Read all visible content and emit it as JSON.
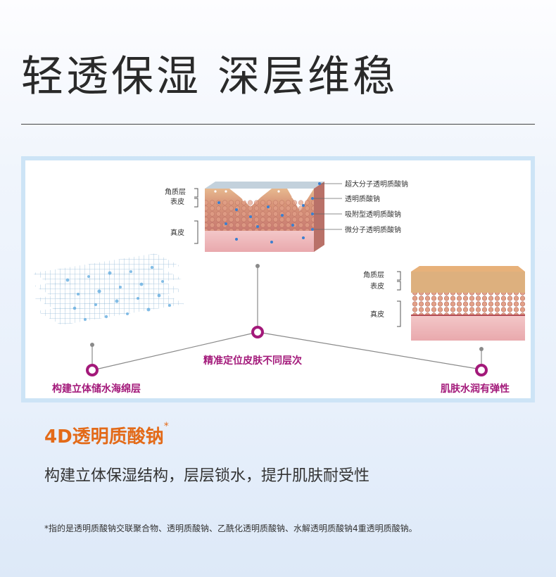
{
  "headline": "轻透保湿  深层维稳",
  "diagram": {
    "top_skin_left_labels": [
      "角质层",
      "表皮",
      "真皮"
    ],
    "top_skin_right_labels": [
      "超大分子透明质酸钠",
      "透明质酸钠",
      "吸附型透明质酸钠",
      "微分子透明质酸钠"
    ],
    "right_skin_labels": [
      "角质层",
      "表皮",
      "真皮"
    ],
    "center_label": "精准定位皮肤不同层次",
    "left_label": "构建立体储水海绵层",
    "right_label": "肌肤水润有弹性"
  },
  "subhead": {
    "text": "4D透明质酸钠",
    "mark": "*"
  },
  "description": "构建立体保湿结构，层层锁水，提升肌肤耐受性",
  "footnote": "*指的是透明质酸钠交联聚合物、透明质酸钠、乙酰化透明质酸钠、水解透明质酸钠4重透明质酸钠。",
  "colors": {
    "accent_orange": "#e36a18",
    "accent_purple": "#a3197a",
    "panel_border": "#cde4f6"
  }
}
